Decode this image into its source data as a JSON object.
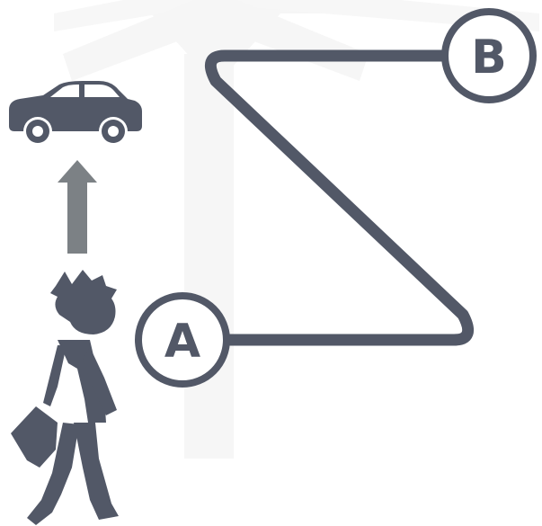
{
  "colors": {
    "foreground": "#525867",
    "arrow": "#7c8185",
    "watermark": "#f6f6f6",
    "background": "#ffffff"
  },
  "icons": {
    "vehicle": "car-icon",
    "direction": "arrow-up-icon",
    "person": "walking-man-icon",
    "background": "upward-arrow-watermark"
  },
  "markers": {
    "start": {
      "label": "A"
    },
    "end": {
      "label": "B"
    }
  }
}
